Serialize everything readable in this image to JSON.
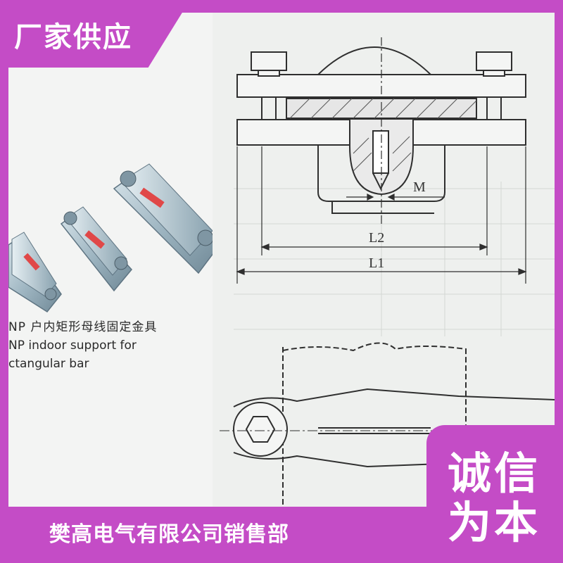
{
  "banner": {
    "top_left": "厂家供应"
  },
  "product": {
    "caption_cn": "NP 户内矩形母线固定金具",
    "caption_en_line1": "NP indoor support for",
    "caption_en_line2": "ctangular bar",
    "label_text": "NP"
  },
  "drawing": {
    "label_m": "M",
    "label_l2": "L2",
    "label_l1": "L1"
  },
  "badge": {
    "line1": "诚信",
    "line2": "为本"
  },
  "footer": {
    "company": "樊高电气有限公司销售部"
  }
}
